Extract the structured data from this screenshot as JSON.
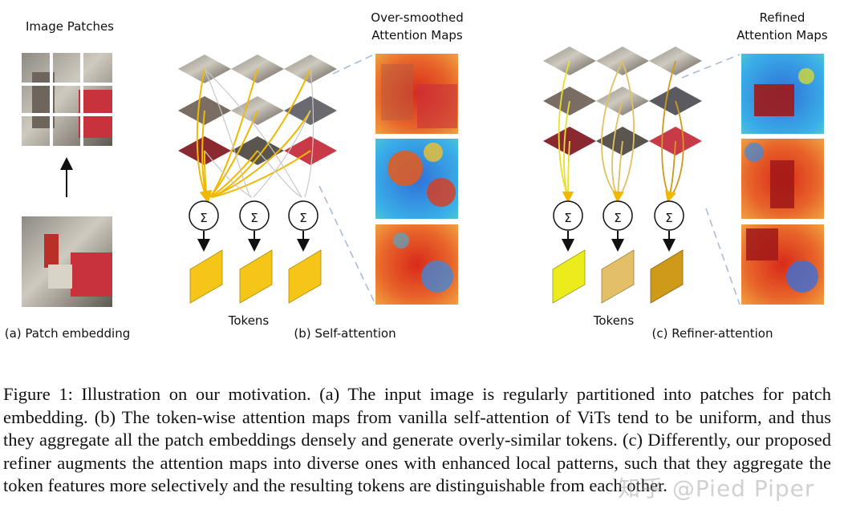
{
  "panel_a": {
    "title": "Image Patches",
    "caption": "(a) Patch embedding"
  },
  "panel_b": {
    "title_line1": "Over-smoothed",
    "title_line2": "Attention Maps",
    "tokens_label": "Tokens",
    "caption": "(b) Self-attention",
    "token_colors": [
      "#f5c518",
      "#f5c518",
      "#f5c518"
    ]
  },
  "panel_c": {
    "title_line1": "Refined",
    "title_line2": "Attention Maps",
    "tokens_label": "Tokens",
    "caption": "(c) Refiner-attention",
    "token_colors": [
      "#ecec1c",
      "#e3c067",
      "#cf9a1a"
    ]
  },
  "sum_symbol": "Σ",
  "caption": "Figure 1: Illustration on our motivation. (a) The input image is regularly partitioned into patches for patch embedding. (b) The token-wise attention maps from vanilla self-attention of ViTs tend to be uniform, and thus they aggregate all the patch embeddings densely and generate overly-similar tokens. (c) Differently, our proposed refiner augments the attention maps into diverse ones with enhanced local patterns, such that they aggregate the token features more selectively and the resulting tokens are distinguishable from each other.",
  "watermark": "知乎 @Pied Piper",
  "colors": {
    "arrow_yellow": "#f0b800",
    "arrow_gray": "#a8a8a8",
    "dashed_line": "#a9bcd8"
  }
}
